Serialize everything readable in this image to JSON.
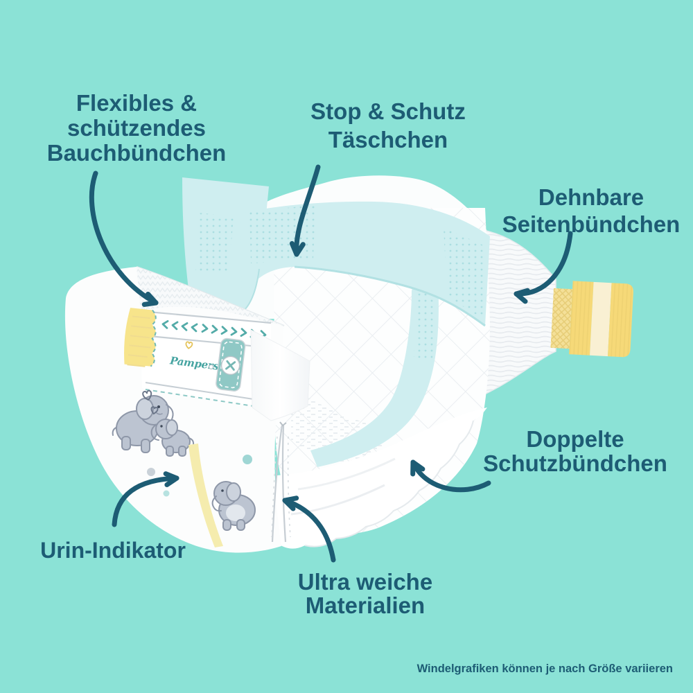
{
  "background_color": "#8BE2D6",
  "text_color": "#1d5c74",
  "brand": {
    "logo_text": "Pampers",
    "logo_color": "#46a4a1"
  },
  "labels": {
    "belly_band": {
      "line1": "Flexibles &",
      "line2": "schützendes",
      "line3": "Bauchbündchen"
    },
    "pocket": {
      "line1": "Stop & Schutz",
      "line2": "Täschchen"
    },
    "side_bands": {
      "line1": "Dehnbare",
      "line2": "Seitenbündchen"
    },
    "double_cuffs": {
      "line1": "Doppelte",
      "line2": "Schutzbündchen"
    },
    "urine_indicator": {
      "line1": "Urin-Indikator"
    },
    "soft_materials": {
      "line1": "Ultra weiche",
      "line2": "Materialien"
    }
  },
  "footer": {
    "disclaimer": "Windelgrafiken können je nach Größe variieren"
  }
}
